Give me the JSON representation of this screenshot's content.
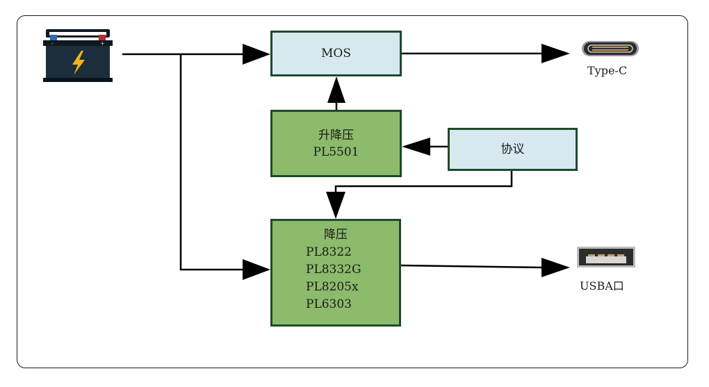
{
  "diagram": {
    "nodes": {
      "battery": {
        "icon": "car-battery-icon",
        "terminals": [
          "-",
          "+"
        ]
      },
      "mos": {
        "lines": [
          "MOS"
        ],
        "fill": "#d7e9ef"
      },
      "buck_boost": {
        "lines": [
          "升降压",
          "PL5501"
        ],
        "fill": "#8cbb6b"
      },
      "protocol": {
        "lines": [
          "协议"
        ],
        "fill": "#d7e9ef"
      },
      "buck": {
        "lines": [
          "降压",
          "PL8322",
          "PL8332G",
          "PL8205x",
          "PL6303"
        ],
        "fill": "#8cbb6b"
      },
      "typec": {
        "icon": "usb-type-c-port-icon",
        "label": "Type-C"
      },
      "usba": {
        "icon": "usb-a-port-icon",
        "label": "USBA口"
      }
    },
    "edges": [
      {
        "from": "battery",
        "to": "mos"
      },
      {
        "from": "battery",
        "to": "buck"
      },
      {
        "from": "buck_boost",
        "to": "mos"
      },
      {
        "from": "protocol",
        "to": "buck_boost"
      },
      {
        "from": "protocol",
        "to": "buck"
      },
      {
        "from": "mos",
        "to": "typec"
      },
      {
        "from": "buck",
        "to": "usba"
      }
    ],
    "colors": {
      "box_border": "#1f4a2b",
      "blue_fill": "#d7e9ef",
      "green_fill": "#8cbb6b",
      "wire": "#000000"
    }
  }
}
